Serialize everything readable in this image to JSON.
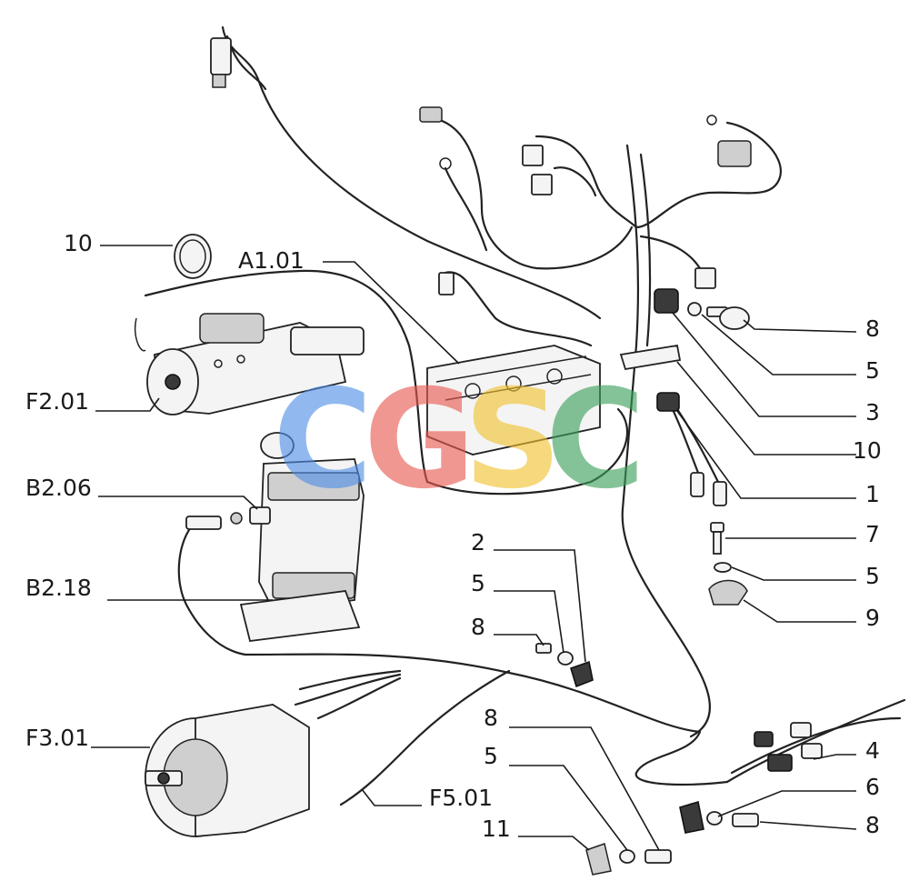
{
  "diagram": {
    "callouts": [
      {
        "id": "c-10-left",
        "text": "10"
      },
      {
        "id": "c-a101",
        "text": "A1.01"
      },
      {
        "id": "c-f201",
        "text": "F2.01"
      },
      {
        "id": "c-b206",
        "text": "B2.06"
      },
      {
        "id": "c-b218",
        "text": "B2.18"
      },
      {
        "id": "c-f301",
        "text": "F3.01"
      },
      {
        "id": "c-f501",
        "text": "F5.01"
      },
      {
        "id": "c-11",
        "text": "11"
      },
      {
        "id": "c-2",
        "text": "2"
      },
      {
        "id": "c-5-a",
        "text": "5"
      },
      {
        "id": "c-8-a",
        "text": "8"
      },
      {
        "id": "c-8-b",
        "text": "8"
      },
      {
        "id": "c-5-b",
        "text": "5"
      },
      {
        "id": "c-8-r1",
        "text": "8"
      },
      {
        "id": "c-5-r1",
        "text": "5"
      },
      {
        "id": "c-3",
        "text": "3"
      },
      {
        "id": "c-10-right",
        "text": "10"
      },
      {
        "id": "c-1",
        "text": "1"
      },
      {
        "id": "c-7",
        "text": "7"
      },
      {
        "id": "c-5-r2",
        "text": "5"
      },
      {
        "id": "c-9",
        "text": "9"
      },
      {
        "id": "c-4",
        "text": "4"
      },
      {
        "id": "c-6",
        "text": "6"
      },
      {
        "id": "c-8-r2",
        "text": "8"
      }
    ]
  },
  "watermark": {
    "letters": [
      "C",
      "G",
      "S",
      "C"
    ],
    "colors": [
      "#4f8fe8",
      "#e8584f",
      "#f2c12e",
      "#3aa05a"
    ]
  }
}
